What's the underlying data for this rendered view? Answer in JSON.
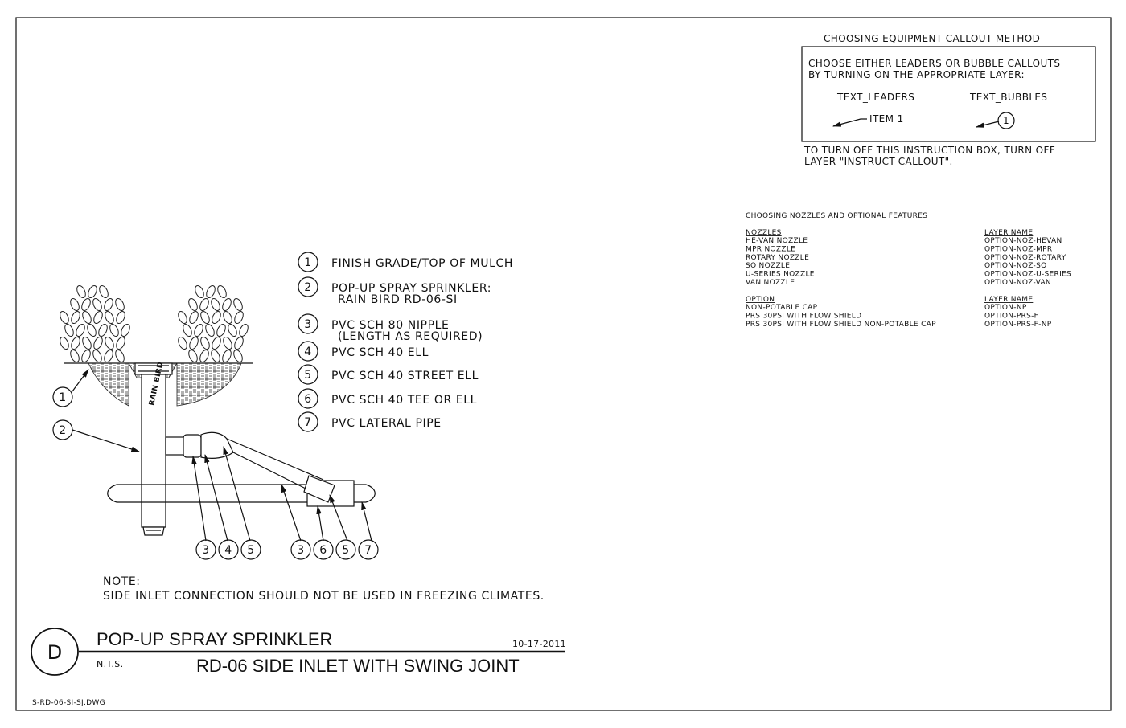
{
  "detail": {
    "letter": "D",
    "title": "POP-UP SPRAY SPRINKLER",
    "subtitle": "RD-06 SIDE INLET WITH SWING JOINT",
    "scale": "N.T.S.",
    "date": "10-17-2011",
    "file": "S-RD-06-SI-SJ.DWG"
  },
  "note": {
    "label": "NOTE:",
    "text": "SIDE INLET CONNECTION SHOULD NOT BE USED IN FREEZING CLIMATES."
  },
  "legend": [
    {
      "num": "1",
      "lines": [
        "FINISH GRADE/TOP OF MULCH"
      ]
    },
    {
      "num": "2",
      "lines": [
        "POP-UP SPRAY SPRINKLER:",
        "RAIN BIRD RD-06-SI"
      ]
    },
    {
      "num": "3",
      "lines": [
        "PVC SCH 80 NIPPLE",
        "(LENGTH AS REQUIRED)"
      ]
    },
    {
      "num": "4",
      "lines": [
        "PVC SCH 40 ELL"
      ]
    },
    {
      "num": "5",
      "lines": [
        "PVC SCH 40 STREET ELL"
      ]
    },
    {
      "num": "6",
      "lines": [
        "PVC SCH 40 TEE OR ELL"
      ]
    },
    {
      "num": "7",
      "lines": [
        "PVC LATERAL PIPE"
      ]
    }
  ],
  "callouts": {
    "left_1": "1",
    "left_2": "2",
    "group_a": [
      "3",
      "4",
      "5"
    ],
    "group_b": [
      "3",
      "6",
      "5",
      "7"
    ]
  },
  "sprinkler_brand": "RAIN BIRD",
  "instruction_box": {
    "heading": "CHOOSING EQUIPMENT CALLOUT METHOD",
    "line1": "CHOOSE EITHER LEADERS OR BUBBLE CALLOUTS",
    "line2": "BY TURNING ON THE APPROPRIATE LAYER:",
    "leaders_label": "TEXT_LEADERS",
    "bubbles_label": "TEXT_BUBBLES",
    "leader_example": "ITEM 1",
    "bubble_example": "1",
    "footer1": "TO TURN OFF THIS INSTRUCTION BOX, TURN OFF",
    "footer2": "LAYER \"INSTRUCT-CALLOUT\"."
  },
  "nozzles": {
    "heading": "CHOOSING NOZZLES AND OPTIONAL FEATURES",
    "col1_header": "NOZZLES",
    "col2_header": "LAYER NAME",
    "rows": [
      [
        "HE-VAN NOZZLE",
        "OPTION-NOZ-HEVAN"
      ],
      [
        "MPR NOZZLE",
        "OPTION-NOZ-MPR"
      ],
      [
        "ROTARY NOZZLE",
        "OPTION-NOZ-ROTARY"
      ],
      [
        "SQ NOZZLE",
        "OPTION-NOZ-SQ"
      ],
      [
        "U-SERIES NOZZLE",
        "OPTION-NOZ-U-SERIES"
      ],
      [
        "VAN NOZZLE",
        "OPTION-NOZ-VAN"
      ]
    ],
    "opt_col1_header": "OPTION",
    "opt_col2_header": "LAYER NAME",
    "opt_rows": [
      [
        "NON-POTABLE CAP",
        "OPTION-NP"
      ],
      [
        "PRS 30PSI WITH FLOW SHIELD",
        "OPTION-PRS-F"
      ],
      [
        "PRS 30PSI WITH FLOW SHIELD NON-POTABLE CAP",
        "OPTION-PRS-F-NP"
      ]
    ]
  }
}
